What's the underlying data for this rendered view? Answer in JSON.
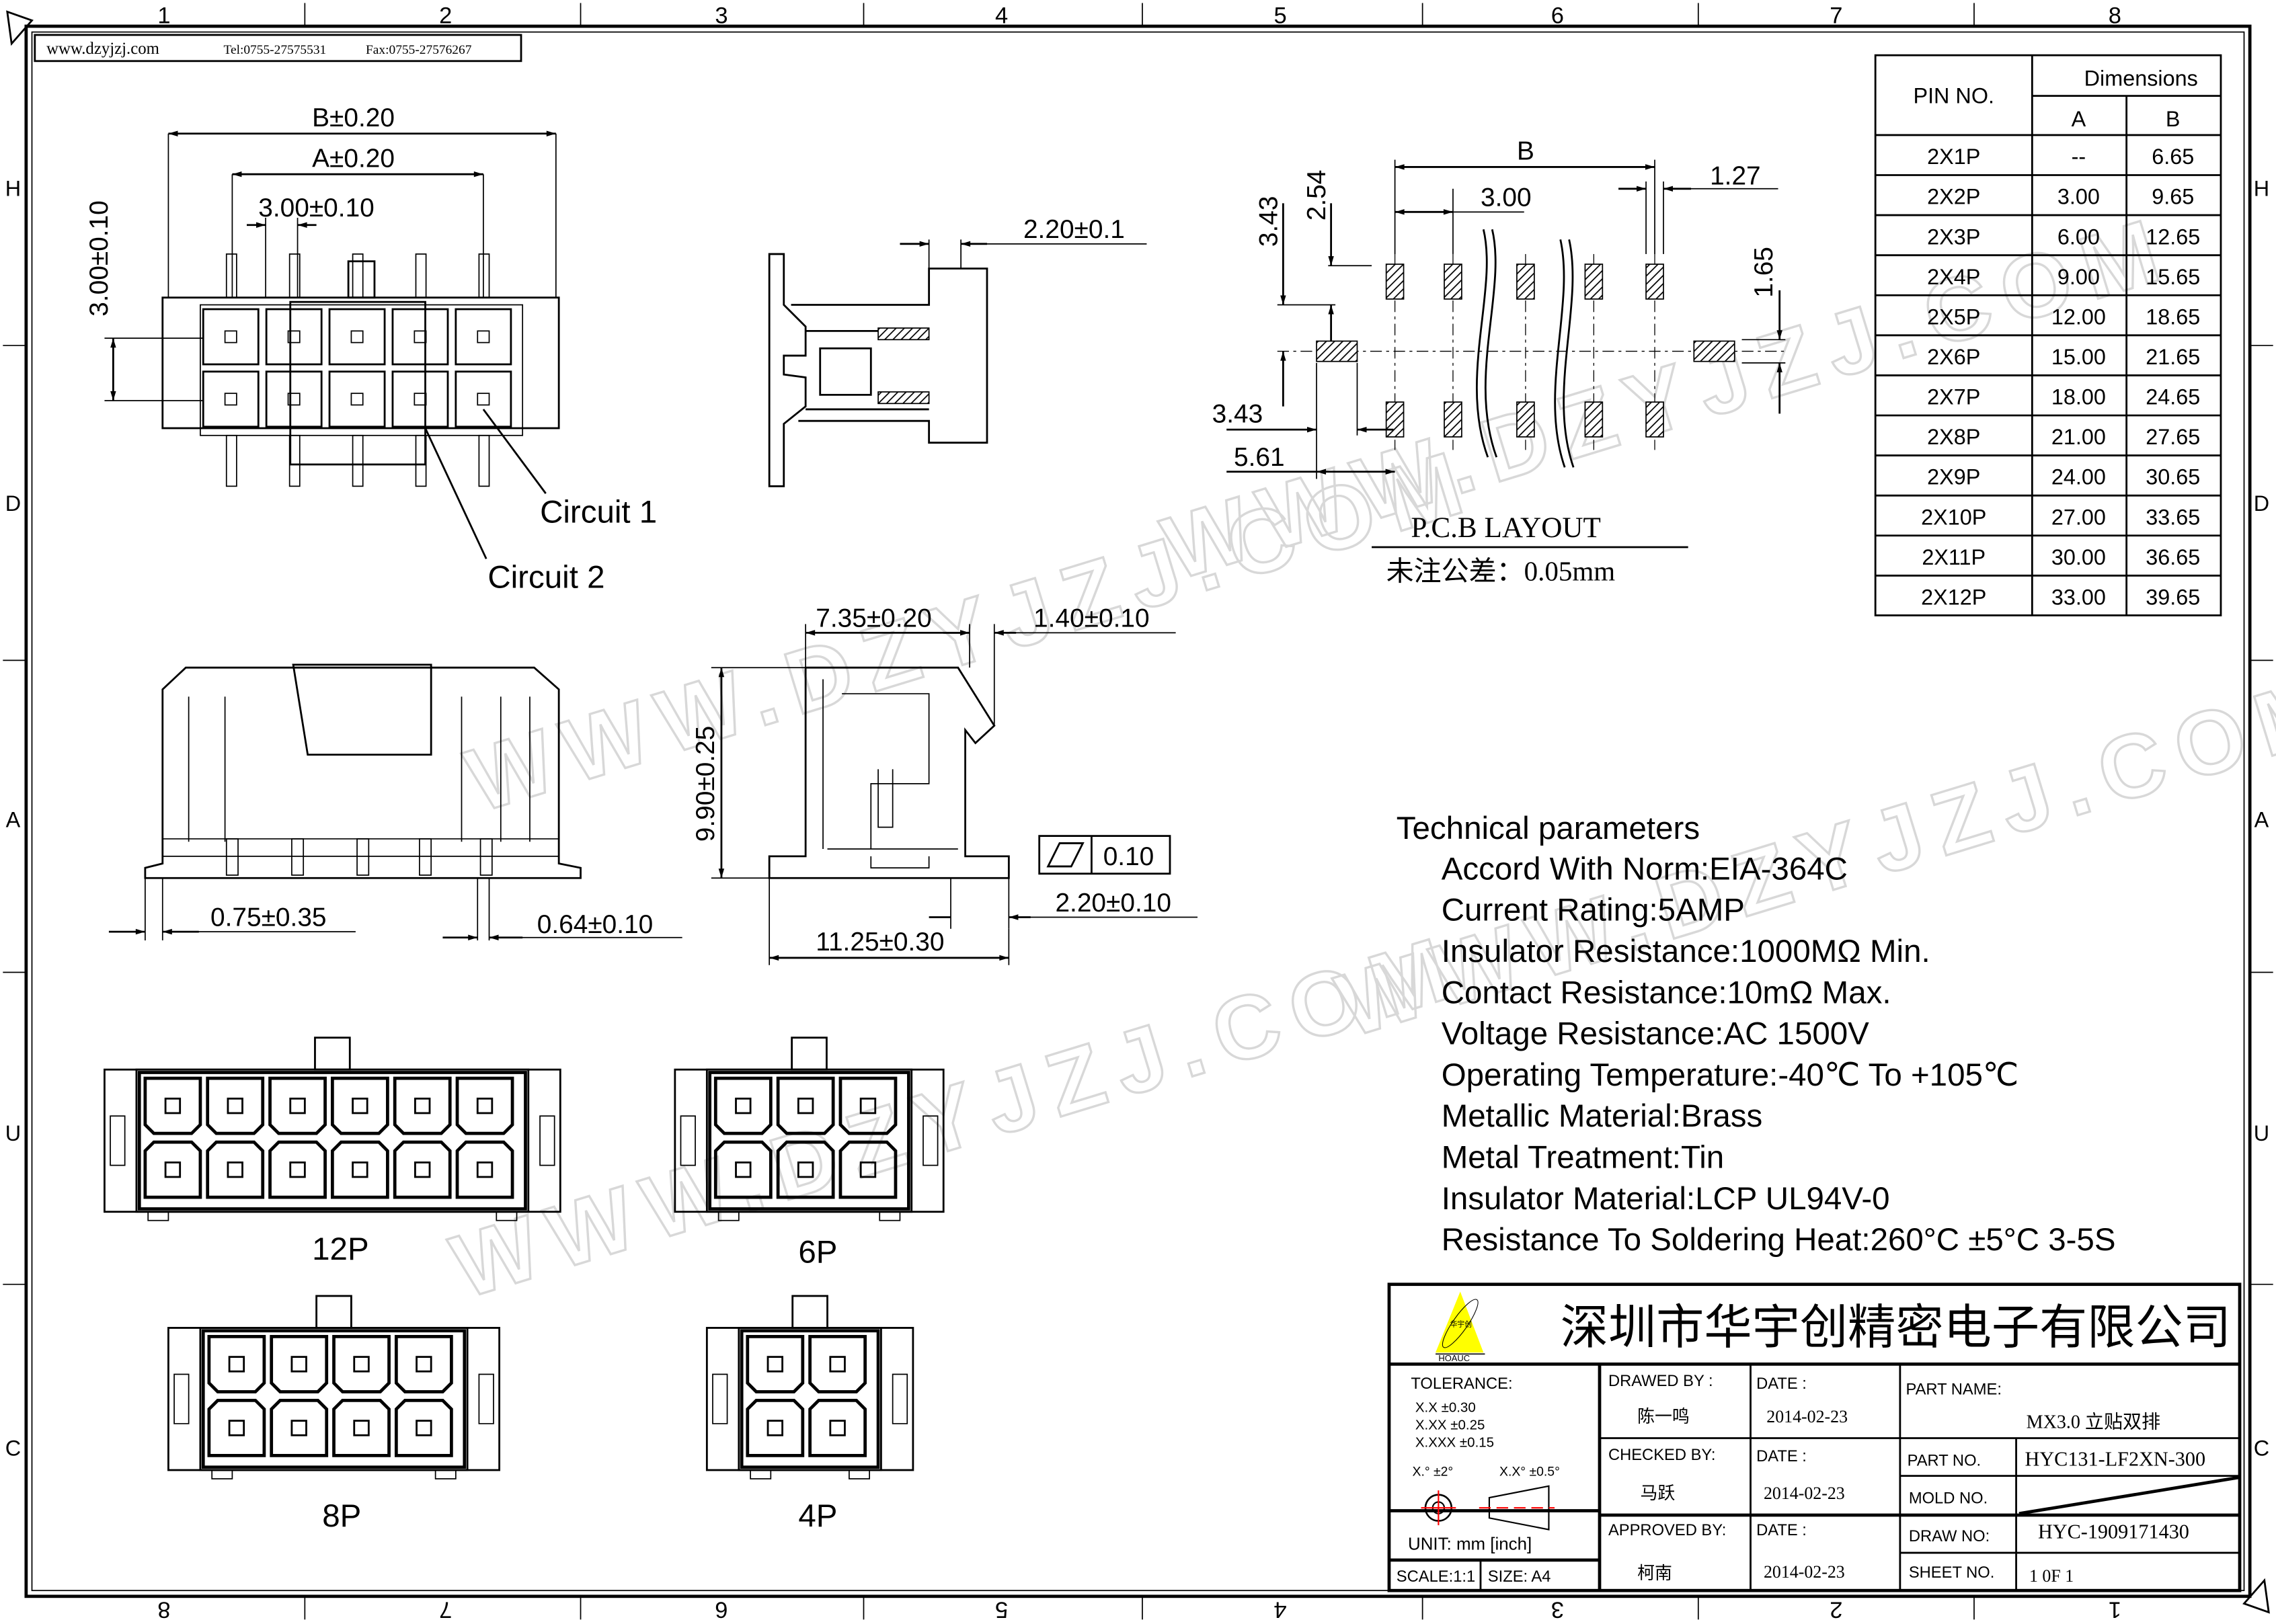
{
  "header": {
    "website": "www.dzyjzj.com",
    "tel": "Tel:0755-27575531",
    "fax": "Fax:0755-27576267"
  },
  "ruler": {
    "columns": [
      "1",
      "2",
      "3",
      "4",
      "5",
      "6",
      "7",
      "8"
    ],
    "rows": [
      "H",
      "D",
      "A",
      "U",
      "C"
    ]
  },
  "watermark": "WWW.DZYJZJ.COM",
  "front_view": {
    "dim_b": "B±0.20",
    "dim_a": "A±0.20",
    "dim_pitch": "3.00±0.10",
    "dim_row_pitch": "3.00±0.10",
    "callout_1": "Circuit  1",
    "callout_2": "Circuit  2"
  },
  "side_view": {
    "dim_top": "2.20±0.1"
  },
  "pcb_layout": {
    "dim_b": "B",
    "dim_pitch": "3.00",
    "dim_pad_width": "1.27",
    "dim_343_v": "3.43",
    "dim_254": "2.54",
    "dim_165": "1.65",
    "dim_343_h": "3.43",
    "dim_561": "5.61",
    "title": "P.C.B   LAYOUT",
    "note": "未注公差：0.05mm"
  },
  "bottom_view": {
    "dim_left": "0.75±0.35",
    "dim_right": "0.64±0.10"
  },
  "section_view": {
    "dim_width_top": "7.35±0.20",
    "dim_140": "1.40±0.10",
    "dim_height": "9.90±0.25",
    "flatness": "0.10",
    "dim_220": "2.20±0.10",
    "dim_width": "11.25±0.30"
  },
  "variants": [
    {
      "label": "12P",
      "cols": 6
    },
    {
      "label": "6P",
      "cols": 3
    },
    {
      "label": "8P",
      "cols": 4
    },
    {
      "label": "4P",
      "cols": 2
    }
  ],
  "dimension_table": {
    "pin_header": "PIN  NO.",
    "dims_header": "Dimensions",
    "col_a": "A",
    "col_b": "B",
    "rows": [
      {
        "pin": "2X1P",
        "a": "--",
        "b": "6.65"
      },
      {
        "pin": "2X2P",
        "a": "3.00",
        "b": "9.65"
      },
      {
        "pin": "2X3P",
        "a": "6.00",
        "b": "12.65"
      },
      {
        "pin": "2X4P",
        "a": "9.00",
        "b": "15.65"
      },
      {
        "pin": "2X5P",
        "a": "12.00",
        "b": "18.65"
      },
      {
        "pin": "2X6P",
        "a": "15.00",
        "b": "21.65"
      },
      {
        "pin": "2X7P",
        "a": "18.00",
        "b": "24.65"
      },
      {
        "pin": "2X8P",
        "a": "21.00",
        "b": "27.65"
      },
      {
        "pin": "2X9P",
        "a": "24.00",
        "b": "30.65"
      },
      {
        "pin": "2X10P",
        "a": "27.00",
        "b": "33.65"
      },
      {
        "pin": "2X11P",
        "a": "30.00",
        "b": "36.65"
      },
      {
        "pin": "2X12P",
        "a": "33.00",
        "b": "39.65"
      }
    ]
  },
  "technical": {
    "title": "Technical  parameters",
    "items": [
      "Accord  With  Norm:EIA-364C",
      "Current  Rating:5AMP",
      "Insulator  Resistance:1000MΩ  Min.",
      "Contact  Resistance:10mΩ  Max.",
      "Voltage  Resistance:AC  1500V",
      "Operating  Temperature:-40℃  To  +105℃",
      "Metallic  Material:Brass",
      "Metal  Treatment:Tin",
      "Insulator  Material:LCP  UL94V-0",
      "Resistance  To  Soldering  Heat:260°C  ±5°C  3-5S"
    ]
  },
  "title_block": {
    "company": "深圳市华宇创精密电子有限公司",
    "logo_cn": "华宇创",
    "logo_en": "HOAUC",
    "tolerance_label": "TOLERANCE:",
    "tol_xx": "X.X     ±0.30",
    "tol_xxx": "X.XX   ±0.25",
    "tol_xxxx": "X.XXX  ±0.15",
    "tol_angle1": "X.°  ±2°",
    "tol_angle2": "X.X°  ±0.5°",
    "unit": "UNIT:  mm  [inch]",
    "scale": "SCALE:1:1",
    "size": "SIZE:  A4",
    "drawn_by_label": "DRAWED  BY :",
    "drawn_by": "陈一鸣",
    "checked_by_label": "CHECKED  BY:",
    "checked_by": "马跃",
    "approved_by_label": "APPROVED  BY:",
    "approved_by": "柯南",
    "date_label": "DATE  :",
    "date_drawn": "2014-02-23",
    "date_checked": "2014-02-23",
    "date_approved": "2014-02-23",
    "part_name_label": "PART  NAME:",
    "part_name": "MX3.0  立贴双排",
    "part_no_label": "PART  NO.",
    "part_no": "HYC131-LF2XN-300",
    "mold_no_label": "MOLD  NO.",
    "draw_no_label": "DRAW  NO:",
    "draw_no": "HYC-1909171430",
    "sheet_no_label": "SHEET  NO.",
    "sheet_no": "1  0F  1"
  },
  "colors": {
    "line": "#000000",
    "logo_yellow": "#ffff00",
    "symbol_red": "#ff0000",
    "watermark": "#d8d8d8"
  }
}
